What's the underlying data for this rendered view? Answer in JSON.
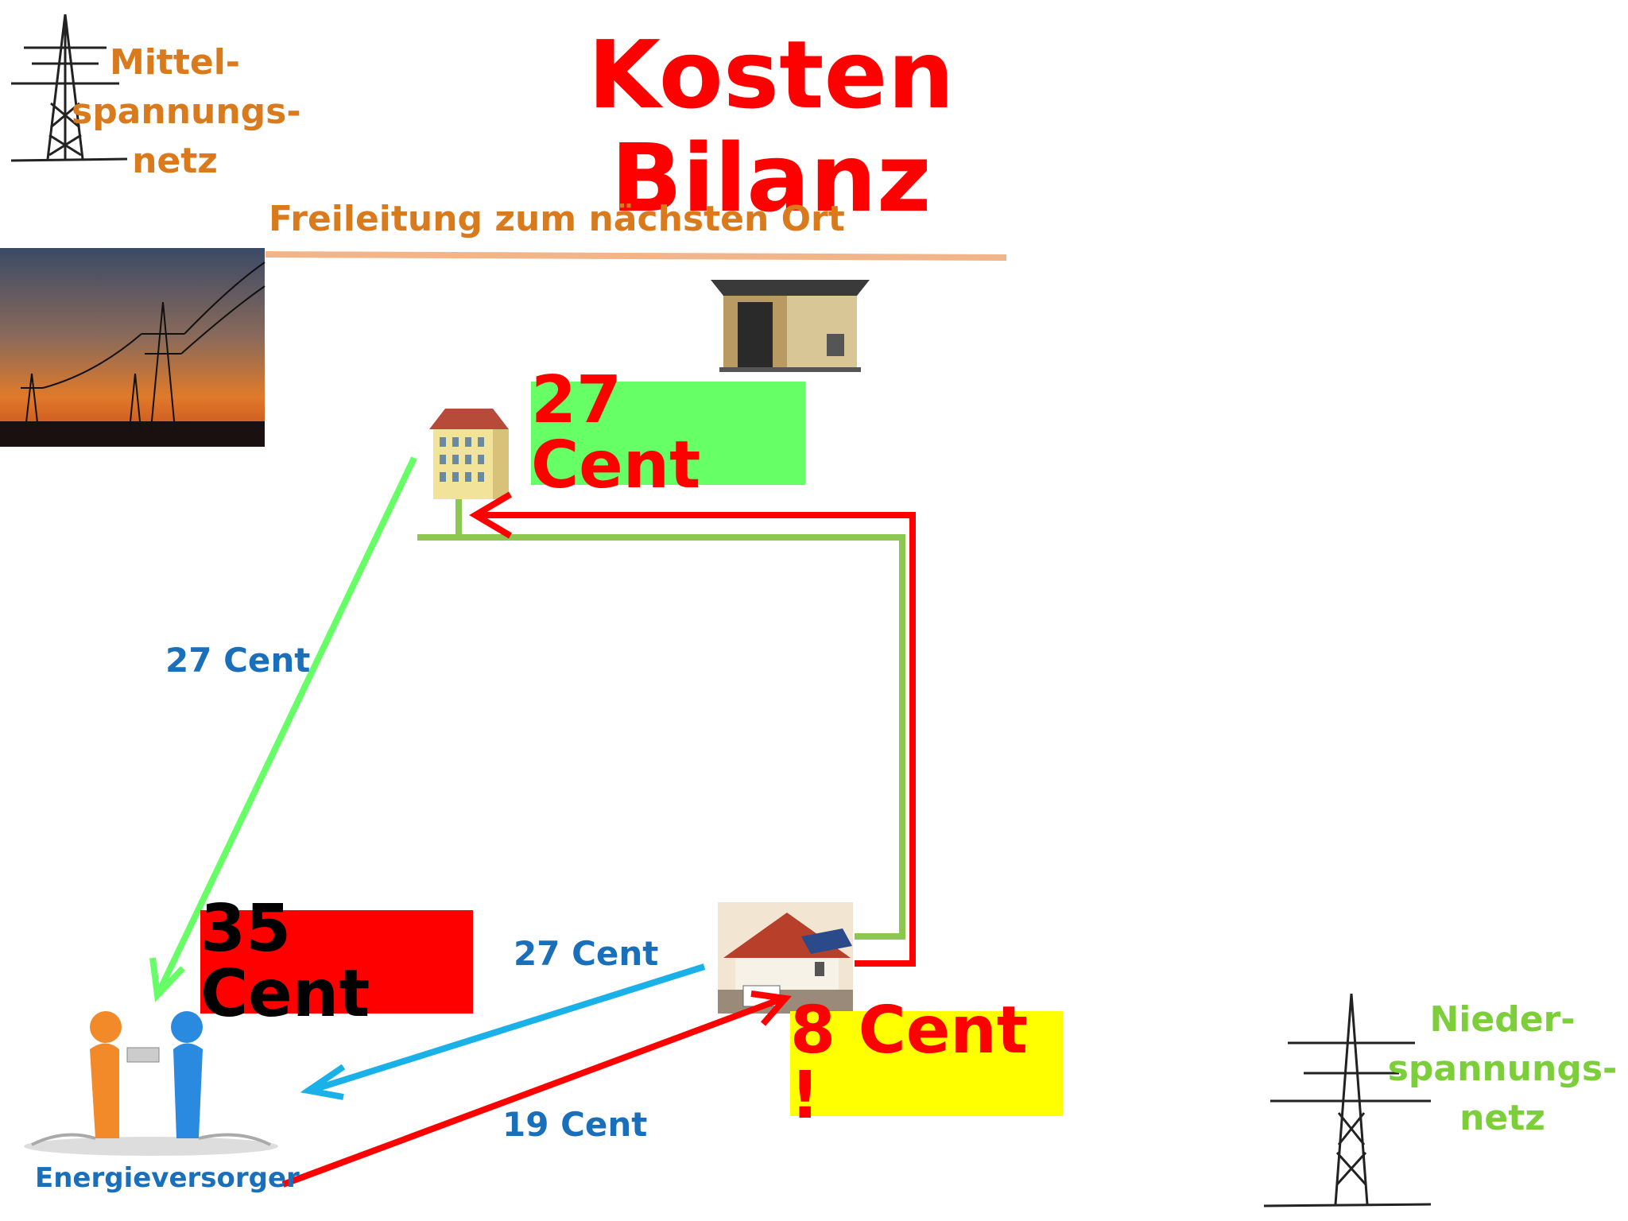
{
  "title": "Kosten Bilanz",
  "top_left_label": {
    "line1": "Mittel-",
    "line2": "spannungs-",
    "line3": "netz"
  },
  "overhead_line_label": "Freileitung zum nächsten Ort",
  "bottom_right_label": {
    "line1": "Nieder-",
    "line2": "spannungs-",
    "line3": "netz"
  },
  "price_boxes": {
    "apartment_price": "27 Cent",
    "utility_price": "35 Cent",
    "solar_price": "8 Cent !"
  },
  "edge_labels": {
    "apartment_to_utility": "27 Cent",
    "solar_to_utility": "27 Cent",
    "utility_to_solar": "19 Cent"
  },
  "utility_label": "Energieversorger",
  "colors": {
    "title": "#ff0000",
    "orange_text": "#d97a1c",
    "green_text": "#7ccf3a",
    "blue_text": "#1a6fba",
    "green_box": "#66ff66",
    "red_box": "#ff0000",
    "yellow_box": "#ffff00",
    "green_line": "#66ff66",
    "red_line": "#ff0000",
    "blue_line": "#1ab0e8",
    "overhead_line": "#f2b58a"
  }
}
